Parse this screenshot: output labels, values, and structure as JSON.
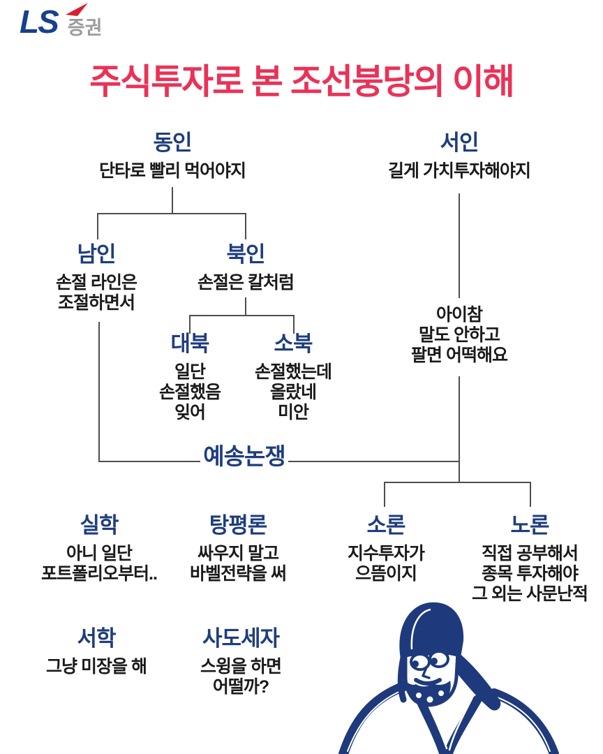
{
  "header": {
    "logo_main": "LS",
    "logo_suffix": "증권",
    "title": "주식투자로 본 조선붕당의 이해"
  },
  "tree": {
    "dongin": {
      "label": "동인",
      "desc": "단타로 빨리 먹어야지"
    },
    "seoin": {
      "label": "서인",
      "desc": "길게 가치투자해야지",
      "note": "아이참\n말도 안하고\n팔면 어떡해요"
    },
    "namin": {
      "label": "남인",
      "desc": "손절 라인은\n조절하면서"
    },
    "bukin": {
      "label": "북인",
      "desc": "손절은 칼처럼"
    },
    "daebuk": {
      "label": "대북",
      "desc": "일단\n손절했음\n잊어"
    },
    "sobuk": {
      "label": "소북",
      "desc": "손절했는데\n올랐네\n미안"
    },
    "debate": {
      "label": "예송논쟁"
    },
    "silhak": {
      "label": "실학",
      "desc": "아니 일단\n포트폴리오부터.."
    },
    "tangpyeong": {
      "label": "탕평론",
      "desc": "싸우지 말고\n바벨전략을 써"
    },
    "soron": {
      "label": "소론",
      "desc": "지수투자가\n으뜸이지"
    },
    "noron": {
      "label": "노론",
      "desc": "직접 공부해서\n종목 투자해야\n그 외는 사문난적"
    },
    "seohak": {
      "label": "서학",
      "desc": "그냥 미장을 해"
    },
    "sadoseja": {
      "label": "사도세자",
      "desc": "스윙을 하면\n어떨까?"
    }
  },
  "illustration": {
    "name": "joseon-scholar",
    "color": "#1e3a7c"
  },
  "colors": {
    "title_red": "#ea3257",
    "faction_navy": "#1e3d7e",
    "body_text": "#1a1a1a",
    "logo_blue": "#16418f",
    "logo_arrow_red": "#d91f32",
    "logo_gray": "#9b9b9b",
    "connector_gray": "#4d4d4d",
    "background": "#ffffff"
  }
}
